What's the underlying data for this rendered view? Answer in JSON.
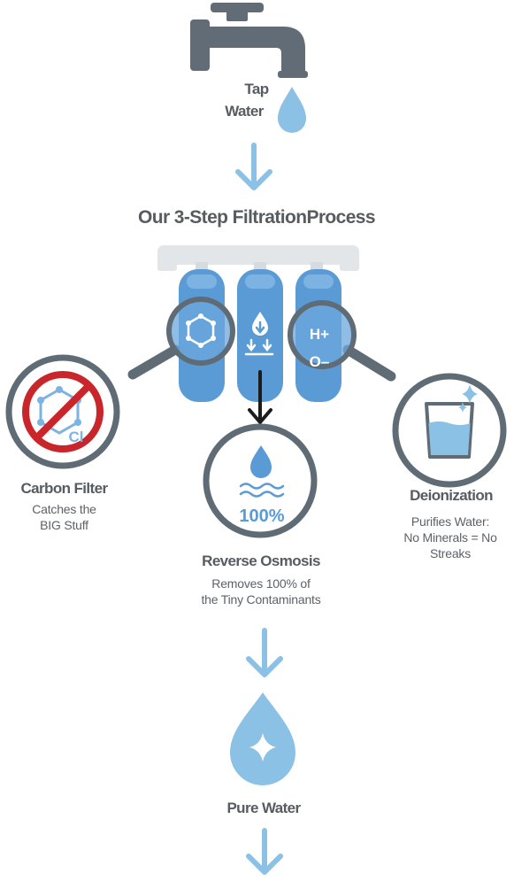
{
  "tap": {
    "line1": "Tap",
    "line2": "Water"
  },
  "title": "Our 3-Step FiltrationProcess",
  "carbon": {
    "title": "Carbon Filter",
    "desc1": "Catches the",
    "desc2": "BIG Stuff",
    "badge": "Cl"
  },
  "ro": {
    "title": "Reverse Osmosis",
    "desc1": "Removes 100% of",
    "desc2": "the Tiny Contaminants",
    "percent": "100%"
  },
  "deion": {
    "title": "Deionization",
    "desc1": "Purifies Water:",
    "desc2": "No Minerals = No",
    "desc3": "Streaks",
    "ion1": "H+",
    "ion2": "O–"
  },
  "pure": {
    "label": "Pure Water"
  },
  "colors": {
    "blue": "#5b9bd5",
    "lightBlue": "#8cc1e6",
    "gray": "#5f6b75",
    "red": "#c9262c"
  }
}
